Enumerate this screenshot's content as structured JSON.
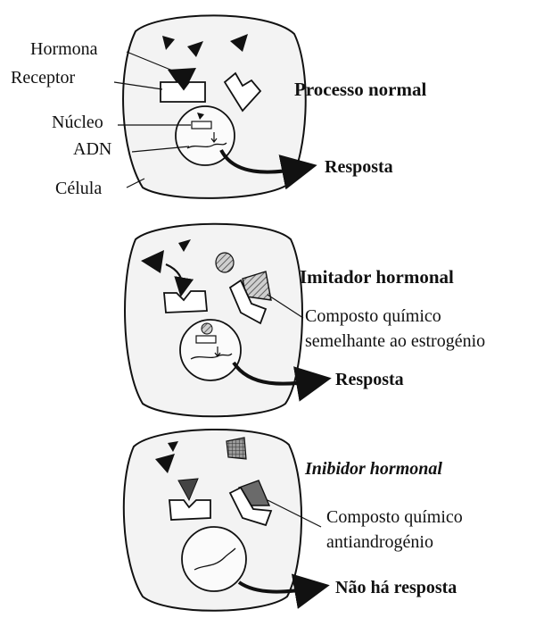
{
  "panel1": {
    "labels": {
      "hormone": "Hormona",
      "receptor": "Receptor",
      "nucleus": "Núcleo",
      "dna": "ADN",
      "cell": "Célula"
    },
    "title": "Processo normal",
    "response": "Resposta"
  },
  "panel2": {
    "title": "Imitador hormonal",
    "compound_line1": "Composto químico",
    "compound_line2": "semelhante ao estrogénio",
    "response": "Resposta"
  },
  "panel3": {
    "title": "Inibidor hormonal",
    "compound_line1": "Composto químico",
    "compound_line2": "antiandrogénio",
    "response": "Não há resposta"
  },
  "colors": {
    "ink": "#111111",
    "cell_fill": "#f3f3f3",
    "nucleus_fill": "#fbfbfb",
    "mimic_hatch": "#555555",
    "inhibitor_fill": "#6a6a6a"
  }
}
